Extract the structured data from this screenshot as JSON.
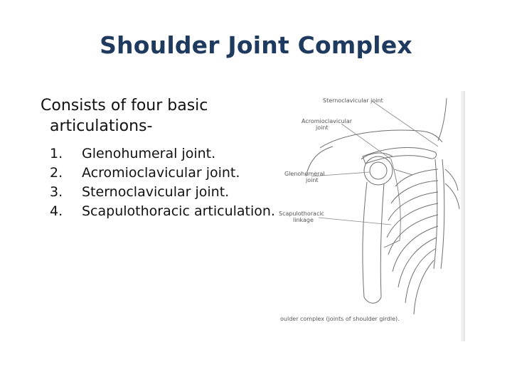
{
  "slide": {
    "title": "Shoulder Joint Complex",
    "intro_line1": "Consists of four basic",
    "intro_line2": "articulations-",
    "list": [
      {
        "num": "1.",
        "text": "Glenohumeral  joint."
      },
      {
        "num": "2.",
        "text": "Acromioclavicular  joint."
      },
      {
        "num": "3.",
        "text": "Sternoclavicular  joint."
      },
      {
        "num": "4.",
        "text": "Scapulothoracic articulation."
      }
    ]
  },
  "figure": {
    "labels": {
      "sternoclavicular": "Sternoclavicular joint",
      "acromioclavicular_1": "Acromioclavicular",
      "acromioclavicular_2": "joint",
      "glenohumeral_1": "Glenohumeral",
      "glenohumeral_2": "joint",
      "scapulothoracic_1": "Scapulothoracic",
      "scapulothoracic_2": "linkage",
      "caption": "oulder complex (joints of shoulder girdle)."
    }
  }
}
